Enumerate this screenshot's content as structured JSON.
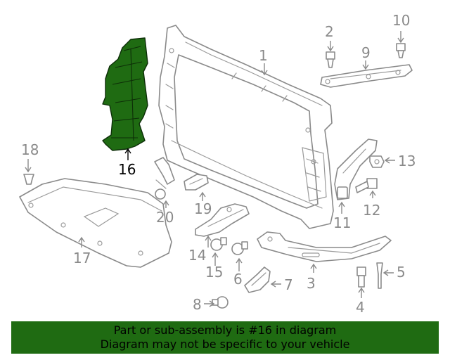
{
  "diagram": {
    "highlighted_part": "16",
    "callouts": {
      "c1": "1",
      "c2": "2",
      "c3": "3",
      "c4": "4",
      "c5": "5",
      "c6": "6",
      "c7": "7",
      "c8": "8",
      "c9": "9",
      "c10": "10",
      "c11": "11",
      "c12": "12",
      "c13": "13",
      "c14": "14",
      "c15": "15",
      "c16": "16",
      "c17": "17",
      "c18": "18",
      "c19": "19",
      "c20": "20"
    },
    "colors": {
      "highlight": "#1f6b12",
      "line": "#8a8a8a",
      "banner": "#1f6b12"
    }
  },
  "banner": {
    "line1": "Part or sub-assembly is #16 in diagram",
    "line2": "Diagram may not be specific to your vehicle"
  }
}
